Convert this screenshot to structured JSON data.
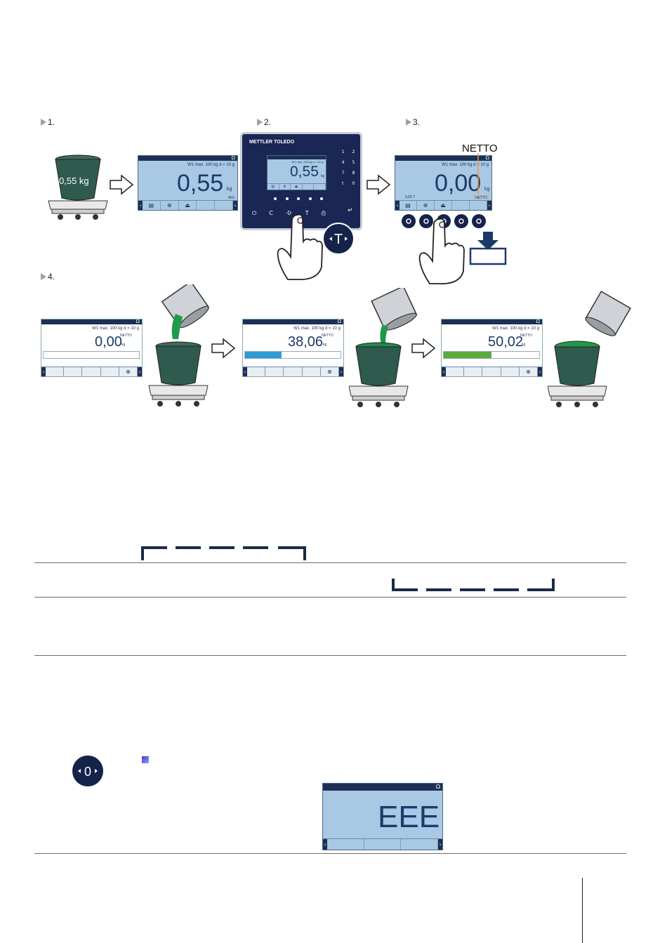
{
  "steps": {
    "s1": "1.",
    "s2": "2.",
    "s3": "3.",
    "s4": "4."
  },
  "bucket_label": "0,55 kg",
  "display1": {
    "info": "W1 max. 100 kg d = 10 g",
    "value": "0,55",
    "unit": "kg",
    "small": "B/G"
  },
  "terminal": {
    "brand": "METTLER TOLEDO",
    "value": "0,55",
    "info": "W1 max. 100 kg d = 10 g",
    "unit": "kg",
    "keys": [
      "1",
      "2",
      "4",
      "5",
      "7",
      "8",
      "0"
    ]
  },
  "display3": {
    "info": "W1 max. 100 kg d = 10 g",
    "value": "0,00",
    "unit": "kg",
    "tare": "0,55 T",
    "netto_small": "NETTO"
  },
  "netto_callout": "NETTO",
  "fill_displays": [
    {
      "info": "W1 max. 100 kg d = 10 g",
      "value": "0,00",
      "unit": "kg",
      "netto": "NETTO",
      "bar_fill": 0.0,
      "bar_color": "#3aa0d8"
    },
    {
      "info": "W1 max. 100 kg d = 10 g",
      "value": "38,06",
      "unit": "kg",
      "netto": "NETTO",
      "bar_fill": 0.38,
      "bar_color": "#2e9ad6"
    },
    {
      "info": "W1 max. 100 kg d = 10 g",
      "value": "50,02",
      "unit": "kg",
      "netto": "NETTO",
      "bar_fill": 0.5,
      "bar_color": "#5aaa3c"
    }
  ],
  "error_display": {
    "value": "EEE"
  },
  "colors": {
    "display_bg": "#a9c8e3",
    "display_bar": "#1c2f55",
    "accent_dark": "#15224a",
    "bucket": "#2f4f45",
    "material": "#1f9a4a",
    "arrow_down": "#1a3a6a"
  }
}
